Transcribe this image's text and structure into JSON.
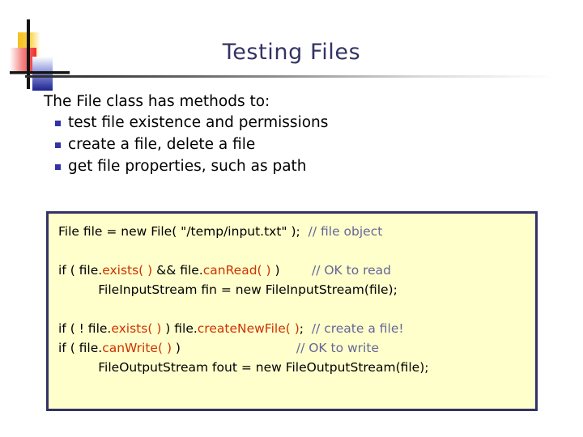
{
  "slide": {
    "title": "Testing Files",
    "decoration": "powerpoint-corner-logo"
  },
  "body": {
    "lead": "The File class has methods to:",
    "bullets": [
      "test file existence and permissions",
      "create a file, delete a file",
      "get file properties, such as path"
    ]
  },
  "code_box": {
    "background_color": "#FFFFCC",
    "border_color": "#333366",
    "method_color": "#CC3300",
    "comment_color": "#666699",
    "lines": [
      {
        "id": "line-1",
        "segments": [
          {
            "kind": "plain",
            "text": "File file = new File( \"/temp/input.txt\" );  "
          },
          {
            "kind": "comment",
            "text": "// file object"
          }
        ]
      },
      {
        "id": "line-2",
        "blank": true,
        "segments": []
      },
      {
        "id": "line-3",
        "segments": [
          {
            "kind": "plain",
            "text": "if ( file."
          },
          {
            "kind": "method",
            "text": "exists( )"
          },
          {
            "kind": "plain",
            "text": " && file."
          },
          {
            "kind": "method",
            "text": "canRead( )"
          },
          {
            "kind": "plain",
            "text": " )        "
          },
          {
            "kind": "comment",
            "text": "// OK to read"
          }
        ]
      },
      {
        "id": "line-4",
        "segments": [
          {
            "kind": "plain",
            "text": "          FileInputStream fin = new FileInputStream(file);"
          }
        ]
      },
      {
        "id": "line-5",
        "blank": true,
        "segments": []
      },
      {
        "id": "line-6",
        "segments": [
          {
            "kind": "plain",
            "text": "if ( ! file."
          },
          {
            "kind": "method",
            "text": "exists( )"
          },
          {
            "kind": "plain",
            "text": " ) file."
          },
          {
            "kind": "method",
            "text": "createNewFile( )"
          },
          {
            "kind": "plain",
            "text": ";  "
          },
          {
            "kind": "comment",
            "text": "// create a file!"
          }
        ]
      },
      {
        "id": "line-7",
        "segments": [
          {
            "kind": "plain",
            "text": "if ( file."
          },
          {
            "kind": "method",
            "text": "canWrite( )"
          },
          {
            "kind": "plain",
            "text": " )                             "
          },
          {
            "kind": "comment",
            "text": "// OK to write"
          }
        ]
      },
      {
        "id": "line-8",
        "segments": [
          {
            "kind": "plain",
            "text": "          FileOutputStream fout = new FileOutputStream(file);"
          }
        ]
      }
    ]
  }
}
